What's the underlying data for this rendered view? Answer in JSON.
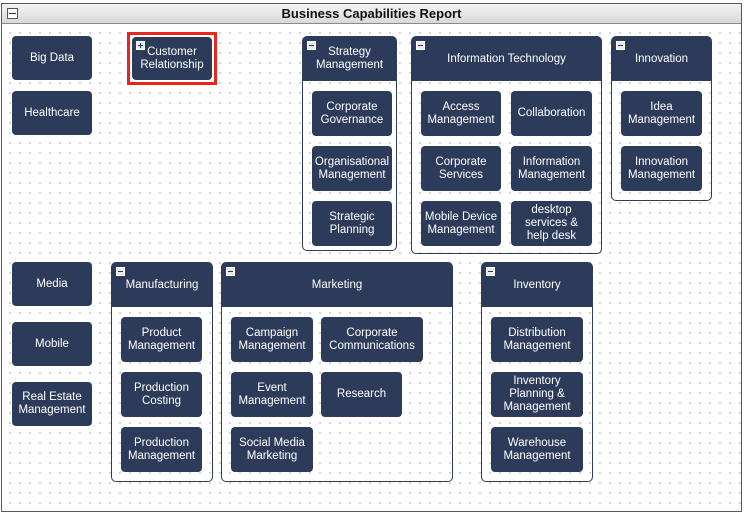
{
  "report": {
    "title": "Business Capabilities Report"
  },
  "standalone": {
    "big_data": "Big Data",
    "healthcare": "Healthcare",
    "customer_relationship": "Customer Relationship",
    "media": "Media",
    "mobile": "Mobile",
    "real_estate": "Real Estate Management"
  },
  "groups": {
    "strategy": {
      "title": "Strategy Management",
      "items": [
        "Corporate Governance",
        "Organisational Management",
        "Strategic Planning"
      ]
    },
    "it": {
      "title": "Information Technology",
      "items": [
        "Access Management",
        "Collaboration",
        "Corporate Services",
        "Information Management",
        "Mobile Device Management",
        "desktop services & help desk"
      ]
    },
    "innovation": {
      "title": "Innovation",
      "items": [
        "Idea Management",
        "Innovation Management"
      ]
    },
    "manufacturing": {
      "title": "Manufacturing",
      "items": [
        "Product Management",
        "Production Costing",
        "Production Management"
      ]
    },
    "marketing": {
      "title": "Marketing",
      "items": [
        "Campaign Management",
        "Corporate Communications",
        "Event Management",
        "Research",
        "Social Media Marketing"
      ]
    },
    "inventory": {
      "title": "Inventory",
      "items": [
        "Distribution Management",
        "Inventory Planning & Management",
        "Warehouse Management"
      ]
    }
  },
  "colors": {
    "box": "#2d3b5a",
    "selection": "#e8261c"
  }
}
